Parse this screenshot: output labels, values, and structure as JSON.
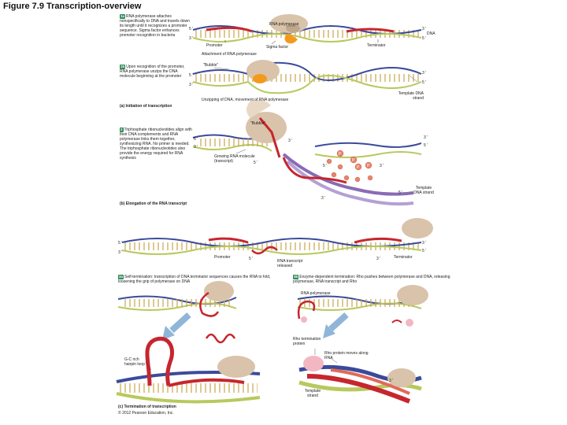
{
  "title": "Figure 7.9 Transcription-overview",
  "step1a": {
    "badge": "1a",
    "text": "RNA polymerase attaches nonspecifically to DNA and travels down its length until it recognizes a promoter sequence. Sigma factor enhances promoter recognition in bacteria"
  },
  "step1b": {
    "badge": "1b",
    "text": "Upon recognition of the promoter, RNA polymerase unzips the DNA molecule beginning at the promoter"
  },
  "step2": {
    "badge": "2",
    "text": "Triphosphate ribonucleotides align with their DNA complements and RNA polymerase links them together, synthesizing RNA. No primer is needed. The triphosphate ribonucleotides also provide the energy required for RNA synthesis"
  },
  "step3a": {
    "badge": "3a",
    "text": "Self-termination: transcription of DNA terminator sequences causes the RNA to fold, loosening the grip of polymerase on DNA"
  },
  "step3b": {
    "badge": "3b",
    "text": "Enzyme-dependent termination: Rho pushes between polymerase and DNA, releasing polymerase, RNA transcript and Rho"
  },
  "sections": {
    "a": "(a) Initiation of transcription",
    "b": "(b) Elongation of the RNA transcript",
    "c": "(c) Termination of transcription"
  },
  "labels": {
    "rna_polymerase": "RNA polymerase",
    "promoter": "Promoter",
    "sigma_factor": "Sigma factor",
    "terminator": "Terminator",
    "dna": "DNA",
    "attachment": "Attachment of RNA polymerase",
    "bubble": "\"Bubble\"",
    "unzipping": "Unzipping of DNA, movement of RNA polymerase",
    "template_strand": "Template DNA strand",
    "growing_rna": "Growing RNA molecule (transcript)",
    "rna_released": "RNA transcript released",
    "rho_protein": "Rho termination protein",
    "rho_moves": "Rho protein moves along RNA",
    "gc_hairpin": "G-C rich hairpin loop",
    "template_strand2": "Template strand",
    "copyright": "© 2012 Pearson Education, Inc.",
    "p": "P",
    "end5": "5'",
    "end3": "3'",
    "end5q": "5 '",
    "end3q": "3 '"
  },
  "colors": {
    "polymerase": "#d9c3aa",
    "sigma": "#f39a1e",
    "dna_top": "#3b4a9a",
    "dna_bottom": "#c7d46a",
    "template": "#8a6bb5",
    "rna": "#c6262e",
    "phosphate": "#e8846a",
    "arrow": "#8fb6d8",
    "badge": "#2e8b57"
  }
}
